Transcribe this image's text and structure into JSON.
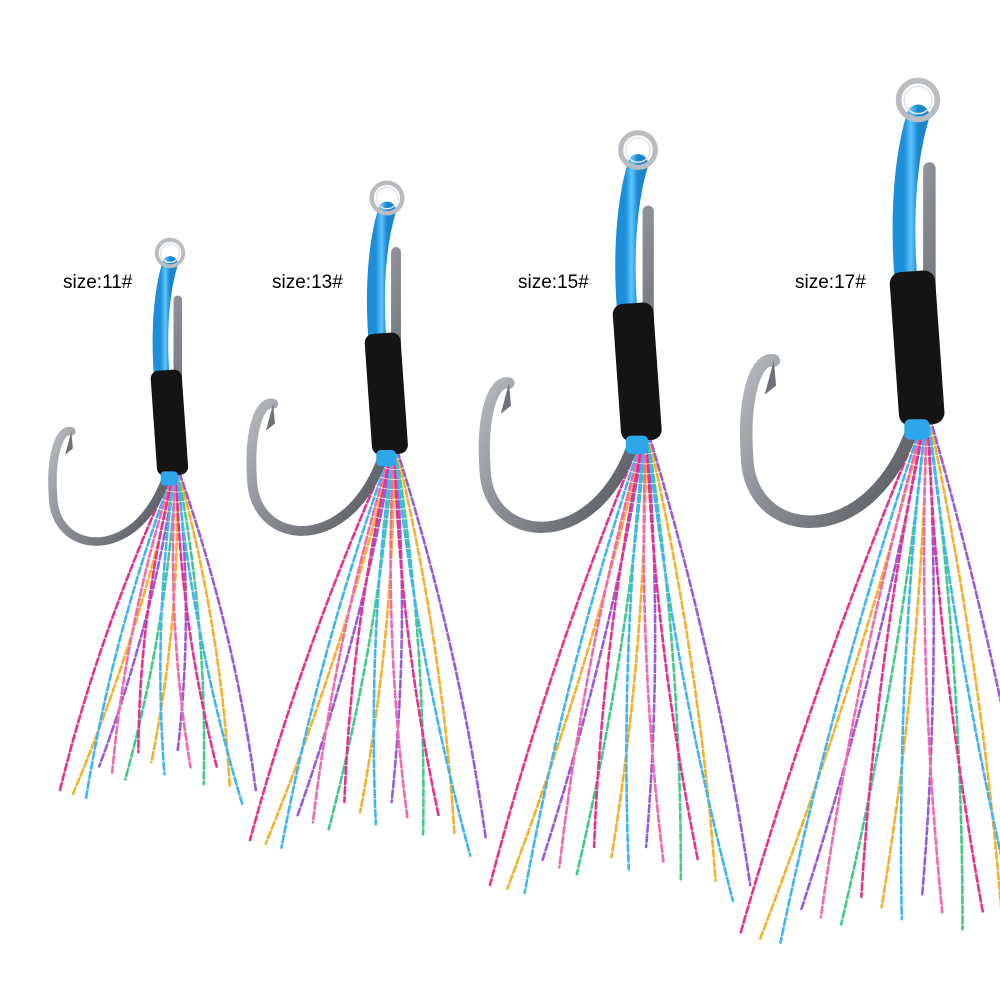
{
  "hooks": [
    {
      "size_label": "size:11#"
    },
    {
      "size_label": "size:13#"
    },
    {
      "size_label": "size:15#"
    },
    {
      "size_label": "size:17#"
    }
  ],
  "colors": {
    "background": "#ffffff",
    "ring": "#b9bcc1",
    "hook_steel": "#9a9ea4",
    "cord": "#2ea6ec",
    "wrap": "#141414",
    "tinsel": [
      "#e8318f",
      "#f5b12c",
      "#3fb6f0",
      "#9b5bd8",
      "#f06ab0",
      "#44c98a"
    ]
  }
}
